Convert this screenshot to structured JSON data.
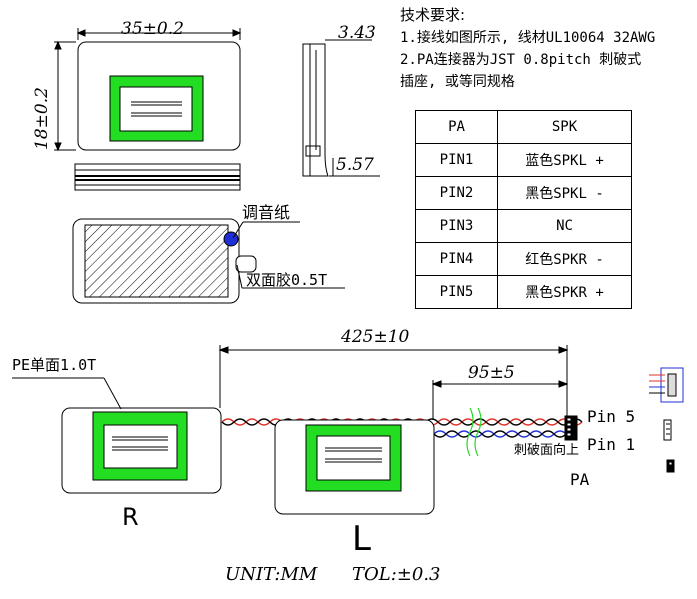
{
  "notes": {
    "heading": "技术要求:",
    "line1": "1.接线如图所示, 线材UL10064 32AWG",
    "line2": "2.PA连接器为JST 0.8pitch 刺破式",
    "line3": "插座, 或等同规格"
  },
  "dimensions": {
    "width": "35±0.2",
    "height": "18±0.2",
    "thick_top": "3.43",
    "thick_bottom": "5.57",
    "cable_total": "425±10",
    "cable_branch": "95±5"
  },
  "labels": {
    "tuning_paper": "调音纸",
    "double_tape": "双面胶0.5T",
    "pe_single": "PE单面1.0T",
    "pin5": "Pin 5",
    "pin1": "Pin 1",
    "pierce_up": "刺破面向上",
    "pa": "PA",
    "left_spk": "R",
    "right_spk": "L"
  },
  "pin_table": {
    "header": [
      "PA",
      "SPK"
    ],
    "rows": [
      [
        "PIN1",
        "蓝色SPKL +"
      ],
      [
        "PIN2",
        "黑色SPKL -"
      ],
      [
        "PIN3",
        "NC"
      ],
      [
        "PIN4",
        "红色SPKR -"
      ],
      [
        "PIN5",
        "黑色SPKR +"
      ]
    ]
  },
  "footer": {
    "unit": "UNIT:MM",
    "tol": "TOL:±0.3"
  },
  "colors": {
    "green": "#22dd22",
    "blue": "#1f2fd6",
    "red": "#e0302a",
    "black": "#000000"
  }
}
